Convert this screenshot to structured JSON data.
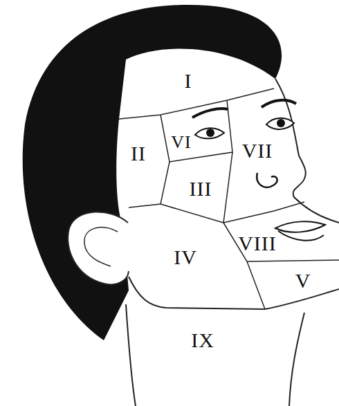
{
  "diagram": {
    "labels": [
      "I",
      "II",
      "VI",
      "VII",
      "III",
      "IV",
      "VIII",
      "V",
      "IX"
    ]
  }
}
